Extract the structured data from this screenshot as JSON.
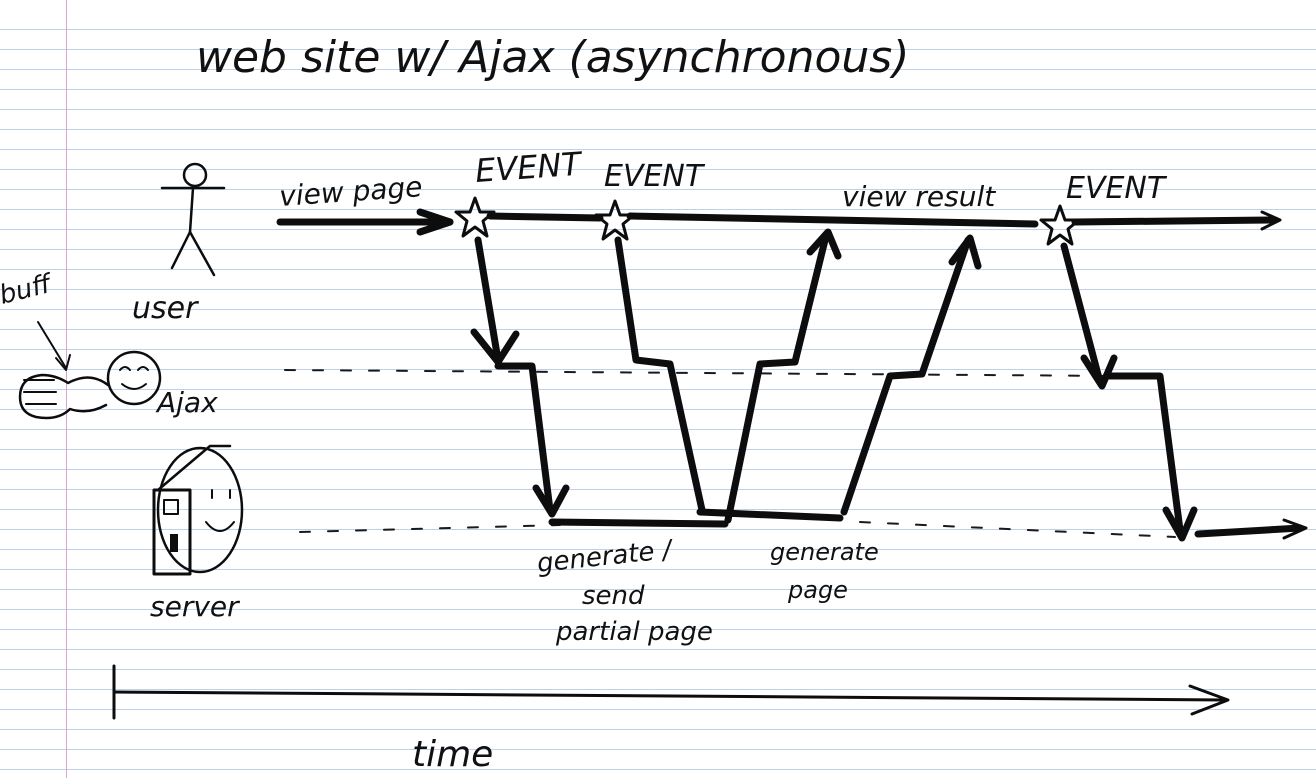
{
  "title": "web site w/ Ajax (asynchronous)",
  "actors": {
    "user": "user",
    "ajax": "Ajax",
    "server": "server",
    "buff": "buff"
  },
  "labels": {
    "view_page": "view page",
    "event_1": "EVENT",
    "event_2": "EVENT",
    "event_3": "EVENT",
    "view_result": "view result",
    "generate_send_1": "generate /",
    "generate_send_2": "send",
    "generate_send_3": "partial page",
    "generate_page_1": "generate",
    "generate_page_2": "page",
    "time": "time"
  },
  "colors": {
    "ruling": "#bdd2ea",
    "margin": "#d9a6cf",
    "ink": "#0d0d0d"
  }
}
